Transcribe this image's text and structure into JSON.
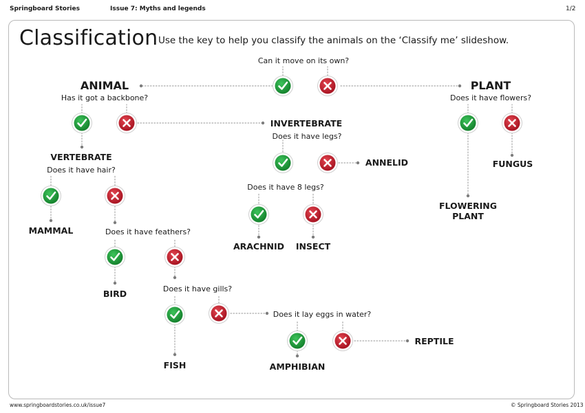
{
  "header": {
    "publication": "Springboard Stories",
    "issue": "Issue 7: Myths and legends",
    "page": "1/2"
  },
  "title": "Classification",
  "instruction": "Use the key to help you classify the animals on the ‘Classify me’ slideshow.",
  "footer": {
    "url": "www.springboardstories.co.uk/issue7",
    "copyright": "© Springboard Stories 2013"
  },
  "colors": {
    "yes": "#1f9a3a",
    "no": "#c8202f",
    "line": "#a9a9a9",
    "border": "#b9b9b9"
  },
  "icons": {
    "yes": "tick-icon",
    "no": "cross-icon"
  },
  "diagram": {
    "questions": {
      "move": "Can it move on its own?",
      "backbone": "Has it got a backbone?",
      "flowers": "Does it have flowers?",
      "legs": "Does it have legs?",
      "hair": "Does it have hair?",
      "eight_legs": "Does it have 8 legs?",
      "feathers": "Does it have feathers?",
      "gills": "Does it have gills?",
      "eggs_water": "Does it lay eggs in water?"
    },
    "groups": {
      "animal": "ANIMAL",
      "plant": "PLANT",
      "invertebrate": "INVERTEBRATE",
      "vertebrate": "VERTEBRATE",
      "annelid": "ANNELID",
      "fungus": "FUNGUS",
      "flowering_plant_1": "FLOWERING",
      "flowering_plant_2": "PLANT",
      "mammal": "MAMMAL",
      "arachnid": "ARACHNID",
      "insect": "INSECT",
      "bird": "BIRD",
      "fish": "FISH",
      "amphibian": "AMPHIBIAN",
      "reptile": "REPTILE"
    }
  }
}
